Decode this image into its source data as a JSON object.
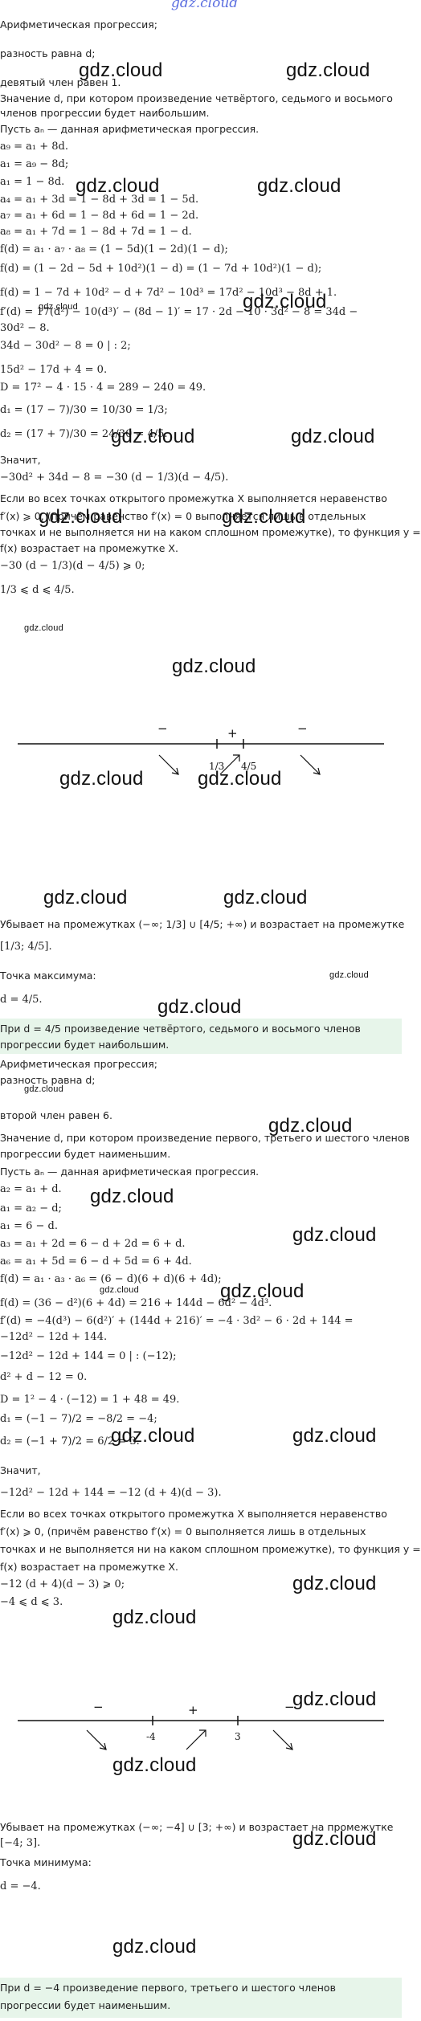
{
  "watermark": {
    "top": "gdz.cloud",
    "text": "gdz.cloud",
    "small": "gdz.cloud"
  },
  "part1": {
    "lines": [
      "Арифметическая прогрессия;",
      "разность равна d;",
      "девятый член равен 1.",
      "Значение d, при котором произведение четвёртого, седьмого и восьмого",
      "членов прогрессии будет наибольшим.",
      "Пусть aₙ — данная арифметическая прогрессия.",
      "a₉ = a₁ + 8d.",
      "a₁ = a₉ − 8d;",
      "a₁ = 1 − 8d.",
      "a₄ = a₁ + 3d = 1 − 8d + 3d = 1 − 5d.",
      "a₇ = a₁ + 6d = 1 − 8d + 6d = 1 − 2d.",
      "a₈ = a₁ + 7d = 1 − 8d + 7d = 1 − d.",
      "f(d) = a₁ · a₇ · a₈ = (1 − 5d)(1 − 2d)(1 − d);",
      "f(d) = (1 − 2d − 5d + 10d²)(1 − d) = (1 − 7d + 10d²)(1 − d);",
      "f(d) = 1 − 7d + 10d² − d + 7d² − 10d³ = 17d² − 10d³ − 8d + 1.",
      "f′(d) = 17(d²) − 10(d³)′ − (8d − 1)′ = 17 · 2d − 10 · 3d² − 8 = 34d −",
      "30d² − 8.",
      "34d − 30d² − 8 = 0 | : 2;",
      "15d² − 17d + 4 = 0.",
      "D = 17² − 4 · 15 · 4 = 289 − 240 = 49.",
      "d₁ = (17 − 7)/30 = 10/30 = 1/3;",
      "d₂ = (17 + 7)/30 = 24/30 = 4/5.",
      "Значит,",
      "−30d² + 34d − 8 = −30 (d − 1/3)(d − 4/5).",
      "Если во всех точках открытого промежутка X выполняется неравенство",
      "f′(x) ⩾ 0, (причём равенство f′(x) = 0 выполняется лишь в отдельных",
      "точках и не выполняется ни на каком сплошном промежутке), то функция y =",
      "f(x) возрастает на промежутке X.",
      "−30 (d − 1/3)(d − 4/5) ⩾ 0;",
      "1/3 ⩽ d ⩽ 4/5."
    ],
    "axis": {
      "signs": [
        "−",
        "+",
        "−"
      ],
      "ticks": [
        "1/3",
        "4/5"
      ]
    },
    "after": [
      "Убывает на промежутках (−∞; 1/3] ∪ [4/5; +∞) и возрастает на промежутке",
      "[1/3; 4/5].",
      "Точка максимума:",
      "d = 4/5.",
      "При d = 4/5 произведение четвёртого, седьмого и восьмого членов",
      "прогрессии будет наибольшим."
    ]
  },
  "part2": {
    "lines": [
      "Арифметическая прогрессия;",
      "разность равна d;",
      "второй член равен 6.",
      "Значение d, при котором произведение первого, третьего и шестого членов",
      "прогрессии будет наименьшим.",
      "Пусть aₙ — данная арифметическая прогрессия.",
      "a₂ = a₁ + d.",
      "a₁ = a₂ − d;",
      "a₁ = 6 − d.",
      "a₃ = a₁ + 2d = 6 − d + 2d = 6 + d.",
      "a₆ = a₁ + 5d = 6 − d + 5d = 6 + 4d.",
      "f(d) = a₁ · a₃ · a₆ = (6 − d)(6 + d)(6 + 4d);",
      "f(d) = (36 − d²)(6 + 4d) = 216 + 144d − 6d² − 4d³.",
      "f′(d) = −4(d³) − 6(d²)′ + (144d + 216)′ = −4 · 3d² − 6 · 2d + 144 =",
      "−12d² − 12d + 144.",
      "−12d² − 12d + 144 = 0 | : (−12);",
      "d² + d − 12 = 0.",
      "D = 1² − 4 · (−12) = 1 + 48 = 49.",
      "d₁ = (−1 − 7)/2 = −8/2 = −4;",
      "d₂ = (−1 + 7)/2 = 6/2 = 3.",
      "Значит,",
      "−12d² − 12d + 144 = −12 (d + 4)(d − 3).",
      "Если во всех точках открытого промежутка X выполняется неравенство",
      "f′(x) ⩾ 0, (причём равенство f′(x) = 0 выполняется лишь в отдельных",
      "точках и не выполняется ни на каком сплошном промежутке), то функция y =",
      "f(x) возрастает на промежутке X.",
      "−12 (d + 4)(d − 3) ⩾ 0;",
      "−4 ⩽ d ⩽ 3."
    ],
    "axis": {
      "signs": [
        "−",
        "+",
        "−"
      ],
      "ticks": [
        "-4",
        "3"
      ]
    },
    "after": [
      "Убывает на промежутках (−∞; −4] ∪ [3; +∞) и возрастает на промежутке",
      "[−4; 3].",
      "Точка минимума:",
      "d = −4.",
      "При d = −4 произведение первого, третьего и шестого членов",
      "прогрессии будет наименьшим."
    ]
  }
}
